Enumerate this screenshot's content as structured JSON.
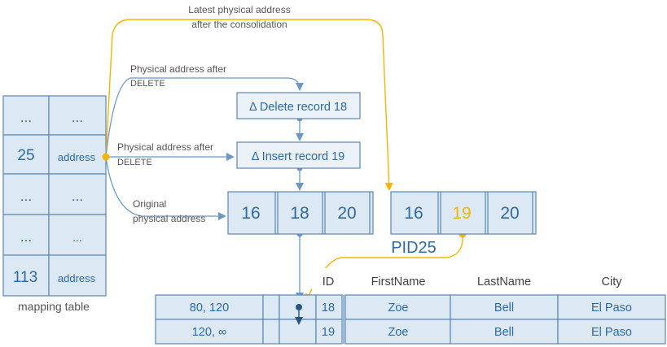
{
  "mapping_table": {
    "caption": "mapping table",
    "rows": [
      {
        "pid": "...",
        "value": "..."
      },
      {
        "pid": "25",
        "value": "address"
      },
      {
        "pid": "...",
        "value": "..."
      },
      {
        "pid": "...",
        "value": "..."
      },
      {
        "pid": "113",
        "value": "address"
      }
    ]
  },
  "labels": {
    "latest_line1": "Latest physical address",
    "latest_line2": "after the consolidation",
    "after_delete_1_line1": "Physical address after",
    "after_delete_1_line2": "DELETE",
    "after_delete_2_line1": "Physical address after",
    "after_delete_2_line2": "DELETE",
    "original_line1": "Original",
    "original_line2": "physical address"
  },
  "delta_records": {
    "delete": "Δ Delete record 18",
    "insert": "Δ Insert record 19"
  },
  "page_original": {
    "keys": [
      "16",
      "18",
      "20"
    ]
  },
  "page_consolidated": {
    "keys": [
      "16",
      "19",
      "20"
    ],
    "highlight_index": 1,
    "pid_label": "PID25"
  },
  "data_table": {
    "headers": {
      "id": "ID",
      "first": "FirstName",
      "last": "LastName",
      "city": "City"
    },
    "rows": [
      {
        "range": "80, 120",
        "id": "18",
        "first": "Zoe",
        "last": "Bell",
        "city": "El Paso"
      },
      {
        "range": "120, ∞",
        "id": "19",
        "first": "Zoe",
        "last": "Bell",
        "city": "El Paso"
      }
    ]
  },
  "colors": {
    "accent_blue": "#2e6aa3",
    "line_blue": "#6e97c4",
    "highlight_gold": "#f5b400"
  }
}
